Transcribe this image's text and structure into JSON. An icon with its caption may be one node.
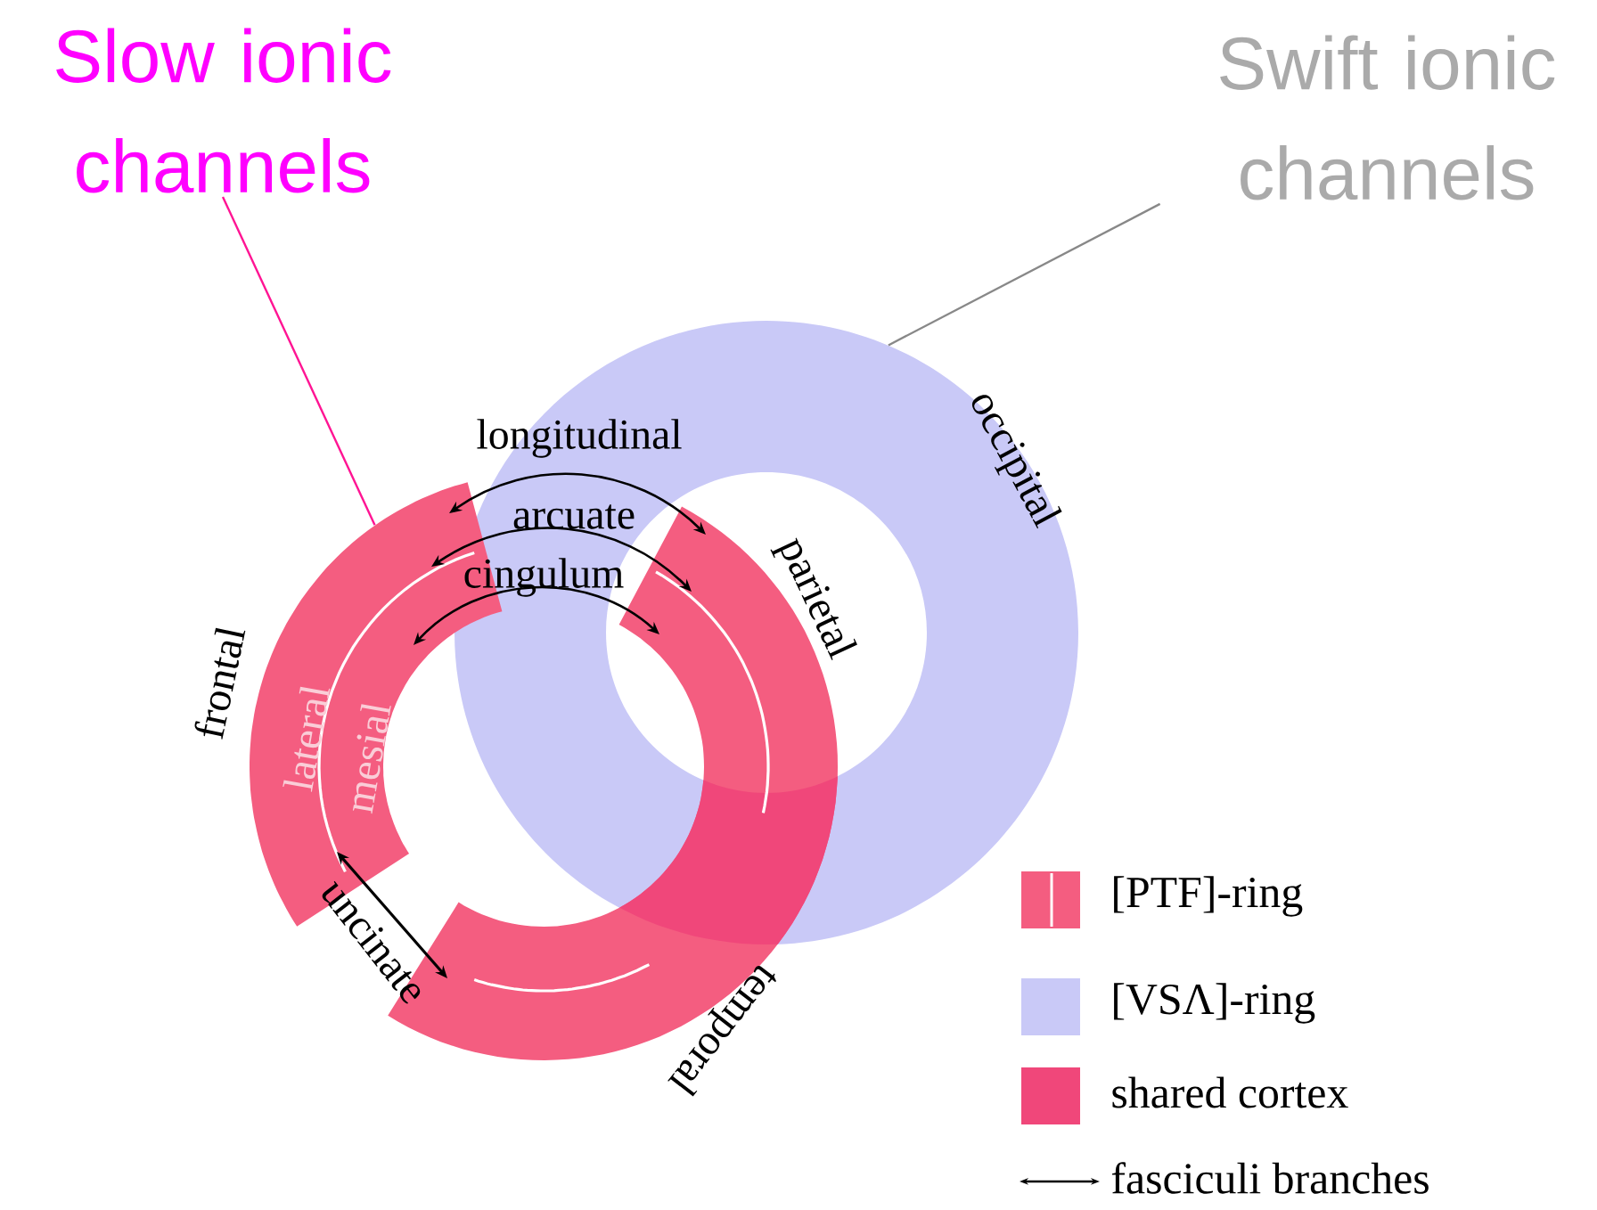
{
  "diagram": {
    "nodes": [
      {
        "text": [
          "Slow ionic channels"
        ]
      },
      {
        "text": [
          "Swift ionic channels"
        ]
      },
      {
        "text": [],
        "shape": "ring"
      },
      {
        "text": [],
        "shape": "ring"
      }
    ],
    "edges": [
      {
        "from": 0,
        "to": 2,
        "arrow": "none",
        "color": "#ff1493"
      },
      {
        "from": 1,
        "to": 3,
        "arrow": "none",
        "color": "#888888"
      }
    ],
    "labels": [
      "longitudinal",
      "occipital",
      "arcuate",
      "parietal",
      "cingulum",
      "frontal",
      "lateral",
      "mesial",
      "uncinate",
      "temporal"
    ],
    "legend": [
      {
        "text": "[PTF]-ring",
        "color": "#f45d80"
      },
      {
        "text": "[VSΛ]-ring",
        "color": "#c9c9f7"
      },
      {
        "text": "shared cortex",
        "color": "#f0477a"
      },
      {
        "text": "fasciculi branches"
      }
    ]
  }
}
